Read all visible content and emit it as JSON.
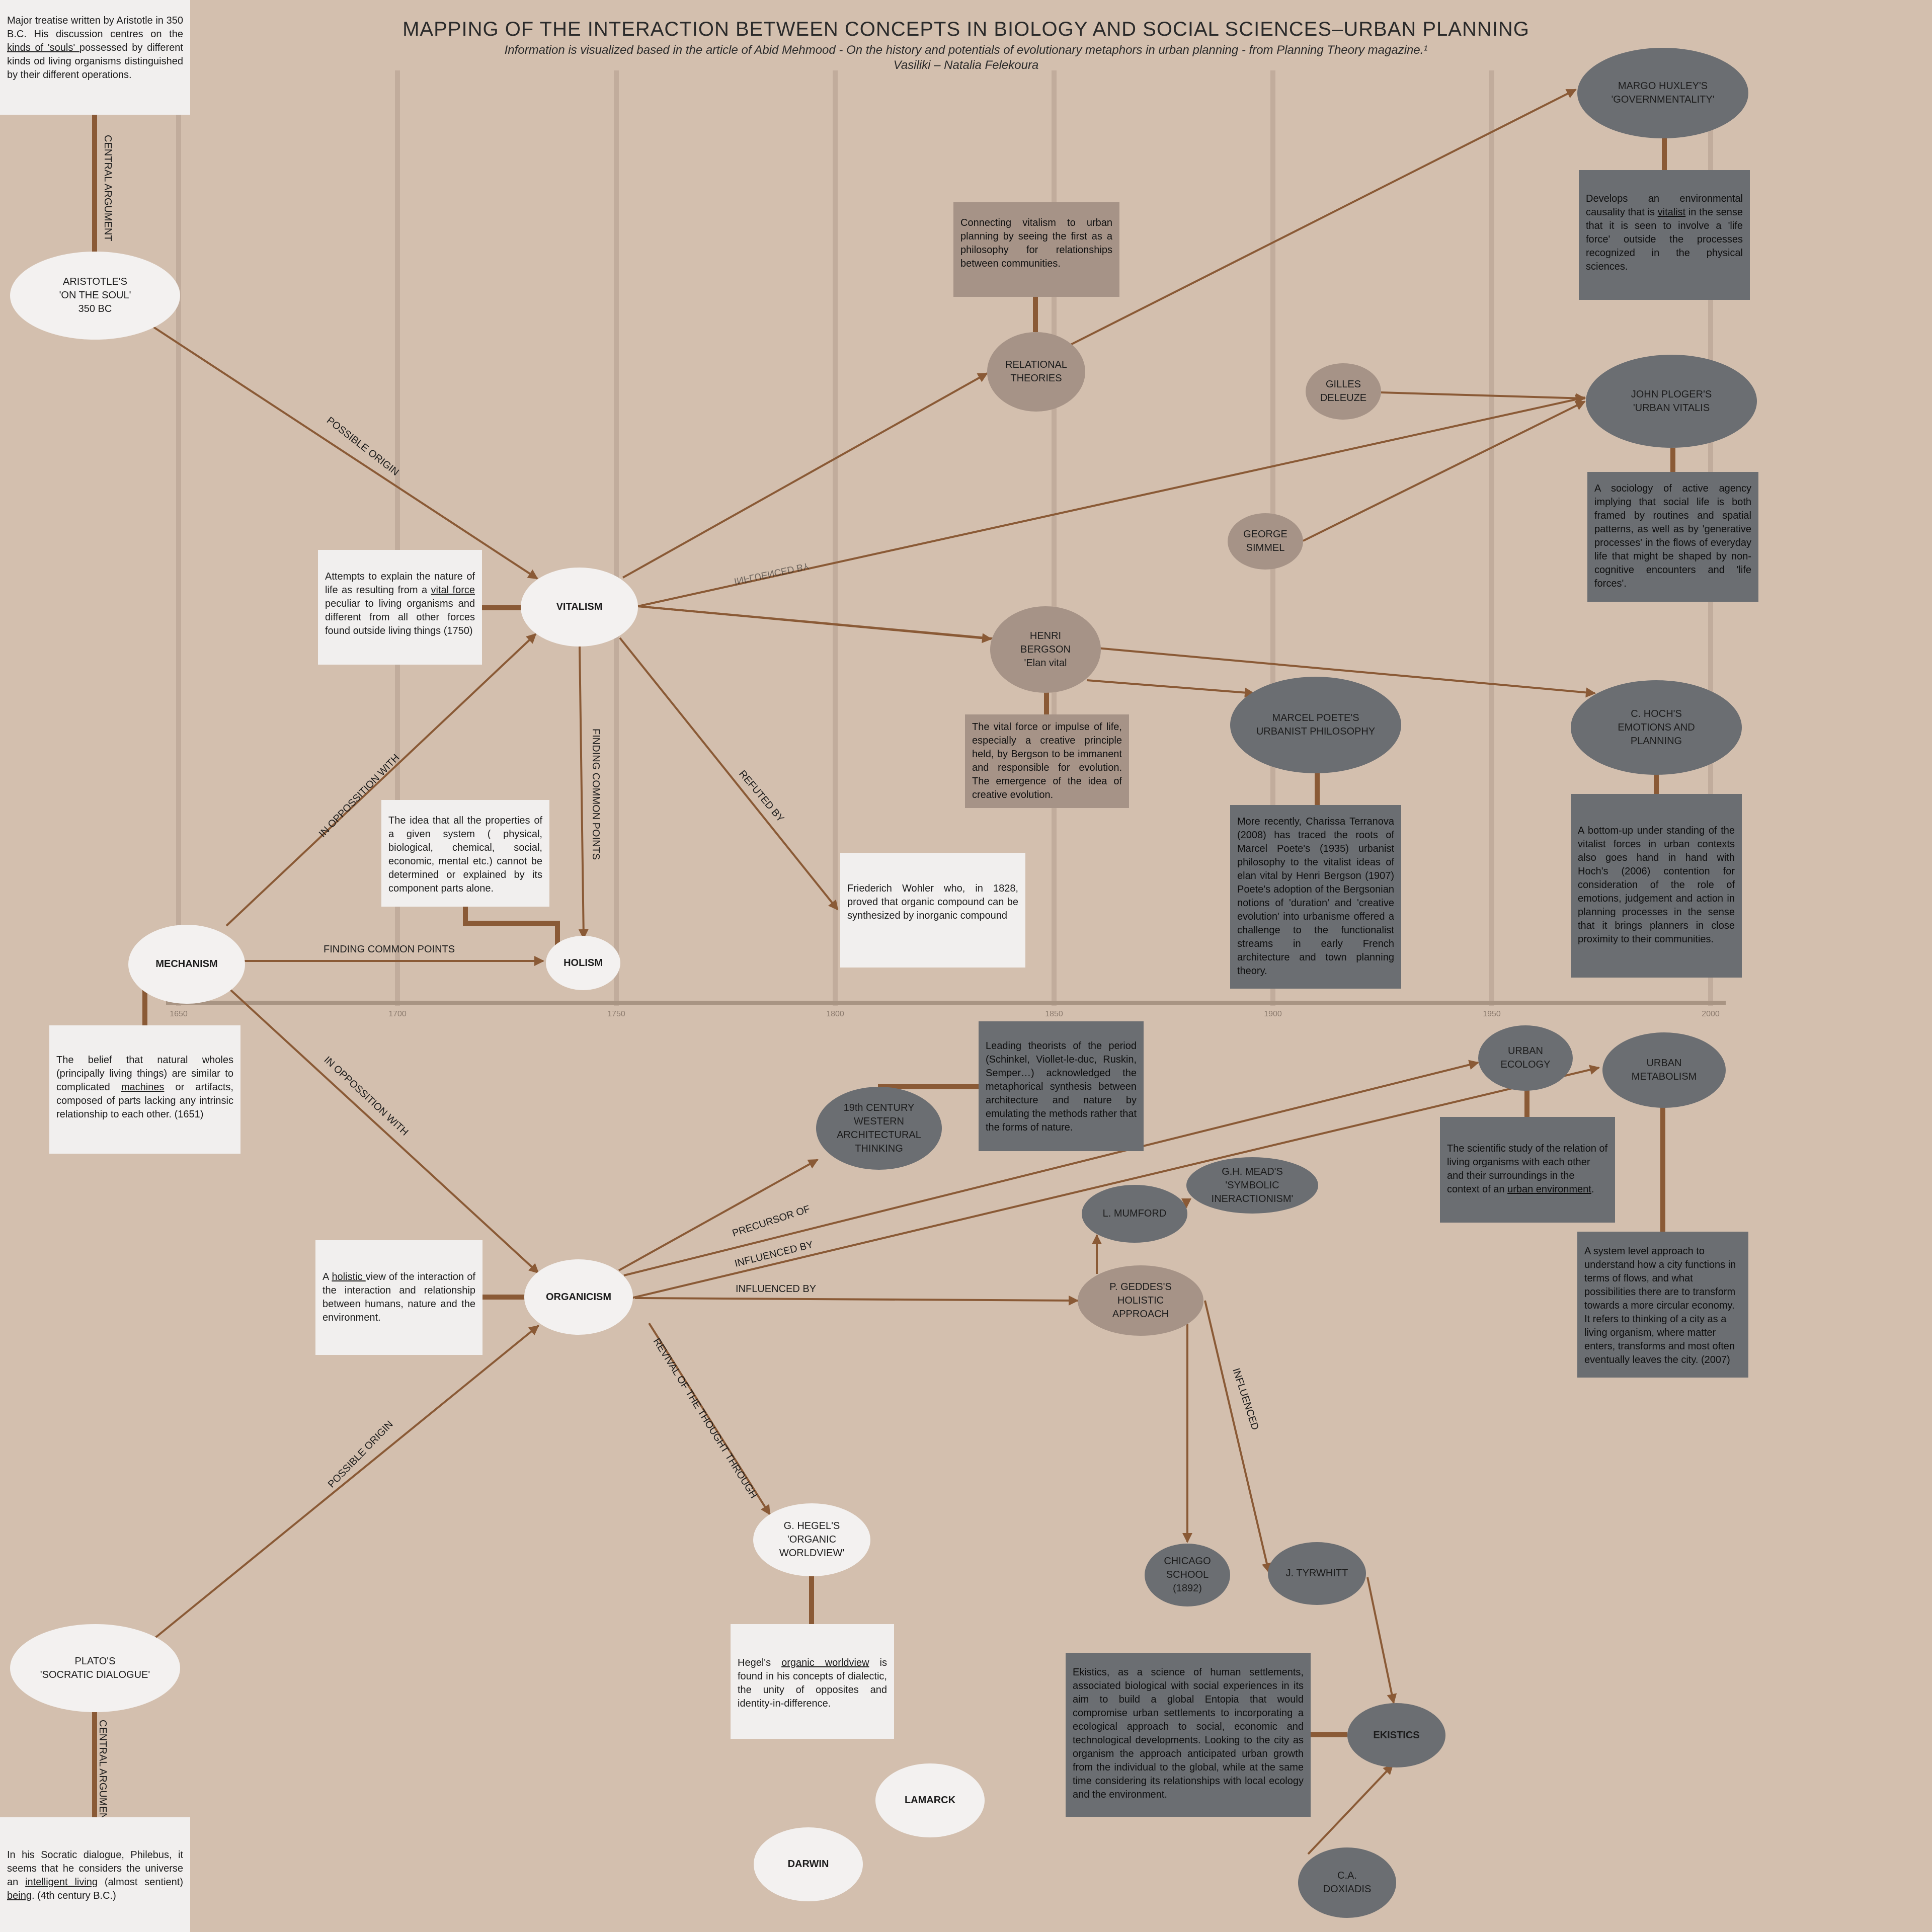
{
  "header": {
    "title": "MAPPING OF THE INTERACTION BETWEEN CONCEPTS IN BIOLOGY AND SOCIAL SCIENCES–URBAN PLANNING",
    "subtitle": "Information is visualized based in the article of Abid Mehmood - On the history and potentials of evolutionary metaphors in urban planning - from Planning Theory magazine.¹",
    "author": "Vasiliki – Natalia Felekoura"
  },
  "colors": {
    "background": "#d3bfae",
    "arrow": "#8a5a36",
    "node_light": "#f3f1f0",
    "node_tan": "#a69387",
    "node_dark": "#6b6e72"
  },
  "timeline": {
    "ticks": [
      "1650",
      "1700",
      "1750",
      "1800",
      "1850",
      "1900",
      "1950",
      "2000"
    ]
  },
  "nodes": {
    "aristotle": "ARISTOTLE'S\n'ON THE SOUL'\n350 BC",
    "plato": "PLATO'S\n'SOCRATIC DIALOGUE'",
    "vitalism": "VITALISM",
    "mechanism": "MECHANISM",
    "holism": "HOLISM",
    "organicism": "ORGANICISM",
    "relational": "RELATIONAL\nTHEORIES",
    "huxley": "MARGO HUXLEY'S\n'GOVERNMENTALITY'",
    "deleuze": "GILLES\nDELEUZE",
    "ploger": "JOHN PLOGER'S\n'URBAN VITALIS",
    "simmel": "GEORGE\nSIMMEL",
    "bergson": "HENRI\nBERGSON\n'Elan vital",
    "poete": "MARCEL POETE'S\nURBANIST PHILOSOPHY",
    "hoch": "C. HOCH'S\nEMOTIONS AND\nPLANNING",
    "nineteenth": "19th CENTURY\nWESTERN\nARCHITECTURAL\nTHINKING",
    "urban_ecology": "URBAN\nECOLOGY",
    "urban_metabolism": "URBAN\nMETABOLISM",
    "mead": "G.H. MEAD'S\n'SYMBOLIC\nINERACTIONISM'",
    "mumford": "L. MUMFORD",
    "geddes": "P. GEDDES'S\nHOLISTIC\nAPPROACH",
    "hegel": "G. HEGEL'S\n'ORGANIC\nWORLDVIEW'",
    "chicago": "CHICAGO\nSCHOOL\n(1892)",
    "tyrwhitt": "J. TYRWHITT",
    "ekistics": "EKISTICS",
    "doxiadis": "C.A.\nDOXIADIS",
    "lamarck": "LAMARCK",
    "darwin": "DARWIN"
  },
  "boxes": {
    "aristotle": [
      "Major treatise written by Aristotle in 350 B.C. His discussion centres on the ",
      "kinds of 'souls' ",
      "possessed by different kinds od living organisms distinguished by their different operations."
    ],
    "vitalism": [
      "Attempts to explain the nature of life as resulting from a ",
      "vital force",
      " peculiar to living organisms and different from all other forces found outside living things (1750)"
    ],
    "holism": "The idea that all the properties of a given system ( physical, biological, chemical, social, economic, mental etc.) cannot be determined or explained by its component parts alone.",
    "wohler": "Friederich Wohler who, in 1828, proved that organic compound can be synthesized by inorganic compound",
    "relational": "Connecting vitalism to urban planning by seeing the first as a philosophy for relationships between communities.",
    "huxley": [
      "Develops an environmental causality that is ",
      "vitalist",
      " in the sense that it is seen to involve a 'life force' outside the processes recognized in the physical sciences."
    ],
    "ploger": "A sociology of active agency implying that social life is both framed by routines and spatial patterns, as well as by 'generative processes' in the flows of everyday life that might be shaped by non-cognitive encounters and 'life forces'.",
    "bergson": "The vital force or impulse of life, especially a creative principle held, by Bergson to be immanent and responsible for evolution. The emergence of the idea of creative evolution.",
    "poete": "More recently, Charissa Terranova (2008) has traced the roots of Marcel Poete's (1935) urbanist philosophy to the vitalist ideas of elan vital by Henri Bergson (1907) Poete's adoption of the Bergsonian notions of 'duration' and 'creative evolution' into urbanisme offered a challenge to the functionalist streams in early French architecture and town planning theory.",
    "hoch": "A bottom-up under standing of the vitalist forces in urban contexts also goes hand in hand with Hoch's (2006) contention for consideration of the role of emotions, judgement and action in planning processes in the sense that it brings planners in close proximity to their communities.",
    "mechanism": [
      "The belief that natural wholes (principally living things) are similar to complicated ",
      "machines",
      " or artifacts, composed of parts lacking any intrinsic relationship to each other. (1651)"
    ],
    "organicism": [
      "A ",
      "holistic ",
      "view of the interaction of the interaction and relationship between humans, nature and the environment."
    ],
    "nineteenth": "Leading theorists of the period (Schinkel, Viollet-le-duc, Ruskin, Semper…) acknowledged the metaphorical synthesis between architecture and nature by emulating the methods rather that the forms of nature.",
    "urban_ecology": [
      "The scientific study of the relation of living organisms with each other and their surroundings in the context of an ",
      "urban environment",
      "."
    ],
    "urban_metabolism": "A system level approach to understand how a city functions in terms of flows, and what possibilities there are to transform towards a more circular economy. It refers to thinking of a city as a living organism, where matter enters, transforms and most often eventually leaves the city. (2007)",
    "hegel": [
      "Hegel's ",
      "organic worldview",
      " is found in his concepts of dialectic, the unity of opposites and identity-in-difference."
    ],
    "ekistics": "Ekistics, as a science of human settlements, associated biological with social experiences in its aim to build a global Entopia that would compromise urban settlements to incorporating a ecological approach to social, economic and technological developments. Looking to the city as organism the approach anticipated urban growth from the individual to the global, while at the same time considering its relationships with local ecology and the environment.",
    "plato": [
      "In his Socratic dialogue, Philebus, it seems that he considers the universe an ",
      "intelligent living",
      " (almost sentient) ",
      "being",
      ". (4th century B.C.)"
    ]
  },
  "edge_labels": {
    "central_argument": "CENTRAL ARGUMENT",
    "possible_origin": "POSSIBLE ORIGIN",
    "in_opposition_with": "IN OPPOSSITION WITH",
    "finding_common_points": "FINDING COMMON POINTS",
    "refuted_by": "REFUTED BY",
    "influenced_by": "INFLUENCED BY",
    "precursor_of": "PRECURSOR OF",
    "revival": "REVIVAL OF THE THOUGHT THROUGH",
    "influenced": "INFLUENCED"
  }
}
